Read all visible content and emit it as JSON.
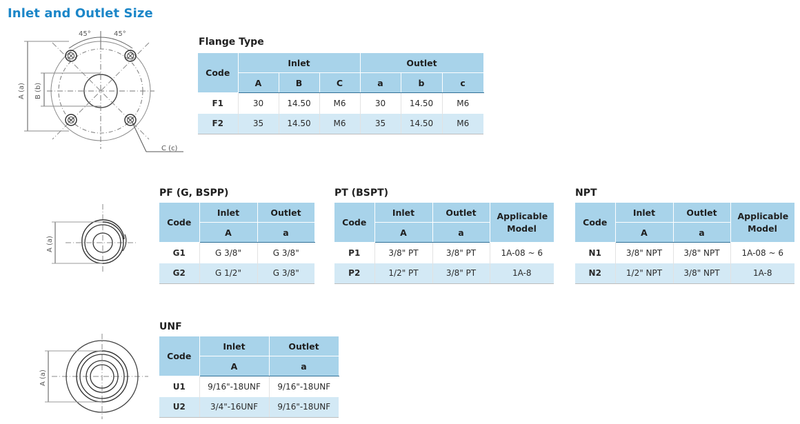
{
  "title": "Inlet and Outlet Size",
  "flange": {
    "title": "Flange Type",
    "code_header": "Code",
    "inlet_header": "Inlet",
    "outlet_header": "Outlet",
    "sub": [
      "A",
      "B",
      "C",
      "a",
      "b",
      "c"
    ],
    "rows": [
      [
        "F1",
        "30",
        "14.50",
        "M6",
        "30",
        "14.50",
        "M6"
      ],
      [
        "F2",
        "35",
        "14.50",
        "M6",
        "35",
        "14.50",
        "M6"
      ]
    ],
    "diagram": {
      "angle1": "45°",
      "angle2": "45°",
      "dimA": "A (a)",
      "dimB": "B (b)",
      "dimC": "C (c)"
    }
  },
  "pf": {
    "title": "PF (G, BSPP)",
    "code_header": "Code",
    "inlet_header": "Inlet",
    "outlet_header": "Outlet",
    "sub": [
      "A",
      "a"
    ],
    "rows": [
      [
        "G1",
        "G 3/8\"",
        "G 3/8\""
      ],
      [
        "G2",
        "G 1/2\"",
        "G 3/8\""
      ]
    ],
    "diagram": {
      "dimA": "A (a)"
    }
  },
  "pt": {
    "title": "PT (BSPT)",
    "code_header": "Code",
    "inlet_header": "Inlet",
    "outlet_header": "Outlet",
    "model_header": "Applicable Model",
    "sub": [
      "A",
      "a"
    ],
    "rows": [
      [
        "P1",
        "3/8\" PT",
        "3/8\" PT",
        "1A-08 ~ 6"
      ],
      [
        "P2",
        "1/2\" PT",
        "3/8\" PT",
        "1A-8"
      ]
    ]
  },
  "npt": {
    "title": "NPT",
    "code_header": "Code",
    "inlet_header": "Inlet",
    "outlet_header": "Outlet",
    "model_header": "Applicable Model",
    "sub": [
      "A",
      "a"
    ],
    "rows": [
      [
        "N1",
        "3/8\" NPT",
        "3/8\" NPT",
        "1A-08 ~ 6"
      ],
      [
        "N2",
        "1/2\" NPT",
        "3/8\" NPT",
        "1A-8"
      ]
    ]
  },
  "unf": {
    "title": "UNF",
    "code_header": "Code",
    "inlet_header": "Inlet",
    "outlet_header": "Outlet",
    "sub": [
      "A",
      "a"
    ],
    "rows": [
      [
        "U1",
        "9/16\"-18UNF",
        "9/16\"-18UNF"
      ],
      [
        "U2",
        "3/4\"-16UNF",
        "9/16\"-18UNF"
      ]
    ],
    "diagram": {
      "dimA": "A (a)"
    }
  }
}
